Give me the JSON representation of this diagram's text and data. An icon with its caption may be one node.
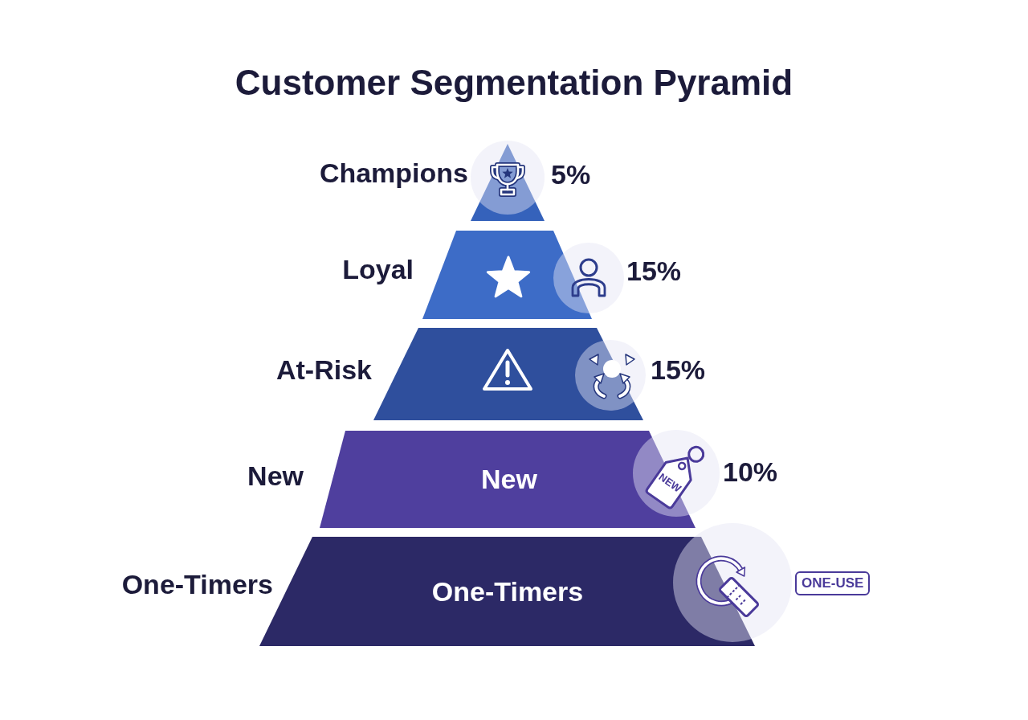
{
  "diagram": {
    "title": "Customer Segmentation Pyramid",
    "nodes": [
      {
        "text": [
          "Champions"
        ],
        "beside": [
          "5%"
        ]
      },
      {
        "text": [
          "Loyal"
        ],
        "beside": [
          "15%"
        ]
      },
      {
        "text": [
          "At-Risk"
        ],
        "beside": [
          "15%"
        ]
      },
      {
        "text": [
          "New",
          "New"
        ],
        "beside": [
          "10%"
        ]
      },
      {
        "text": [
          "One-Timers",
          "One-Timers"
        ]
      },
      {
        "text": [
          "ONE-USE"
        ]
      }
    ],
    "labels": [
      "NEW"
    ]
  }
}
